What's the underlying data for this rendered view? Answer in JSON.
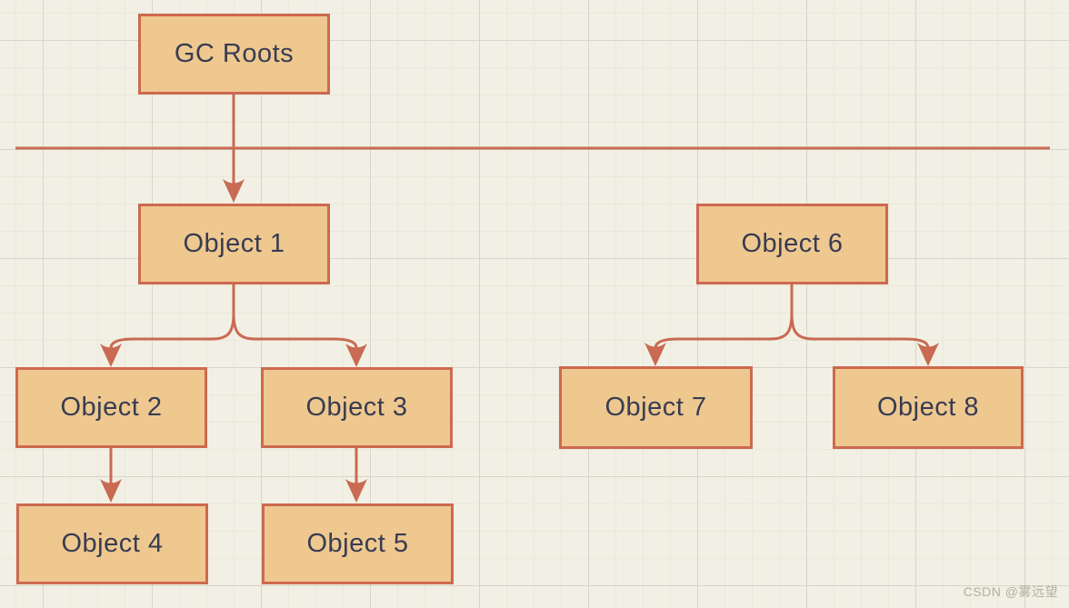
{
  "diagram": {
    "type": "flowchart",
    "topic": "GC Roots object reachability",
    "nodes": [
      {
        "id": "gc-roots",
        "label": "GC Roots"
      },
      {
        "id": "object-1",
        "label": "Object 1"
      },
      {
        "id": "object-2",
        "label": "Object 2"
      },
      {
        "id": "object-3",
        "label": "Object 3"
      },
      {
        "id": "object-4",
        "label": "Object 4"
      },
      {
        "id": "object-5",
        "label": "Object 5"
      },
      {
        "id": "object-6",
        "label": "Object 6"
      },
      {
        "id": "object-7",
        "label": "Object 7"
      },
      {
        "id": "object-8",
        "label": "Object 8"
      }
    ],
    "edges": [
      {
        "from": "GC Roots",
        "to": "Object 1"
      },
      {
        "from": "Object 1",
        "to": "Object 2"
      },
      {
        "from": "Object 1",
        "to": "Object 3"
      },
      {
        "from": "Object 2",
        "to": "Object 4"
      },
      {
        "from": "Object 3",
        "to": "Object 5"
      },
      {
        "from": "Object 6",
        "to": "Object 7"
      },
      {
        "from": "Object 6",
        "to": "Object 8"
      }
    ]
  },
  "watermark": {
    "text": "CSDN @雾远望"
  },
  "colors": {
    "background": "#f2f0e4",
    "node_fill": "#eec88f",
    "node_border": "#cd6950",
    "connector": "#c96a52",
    "node_text": "#383c52",
    "grid_major": "#d6d5c9",
    "grid_minor": "#eae8db",
    "watermark": "#b2ae9f"
  }
}
